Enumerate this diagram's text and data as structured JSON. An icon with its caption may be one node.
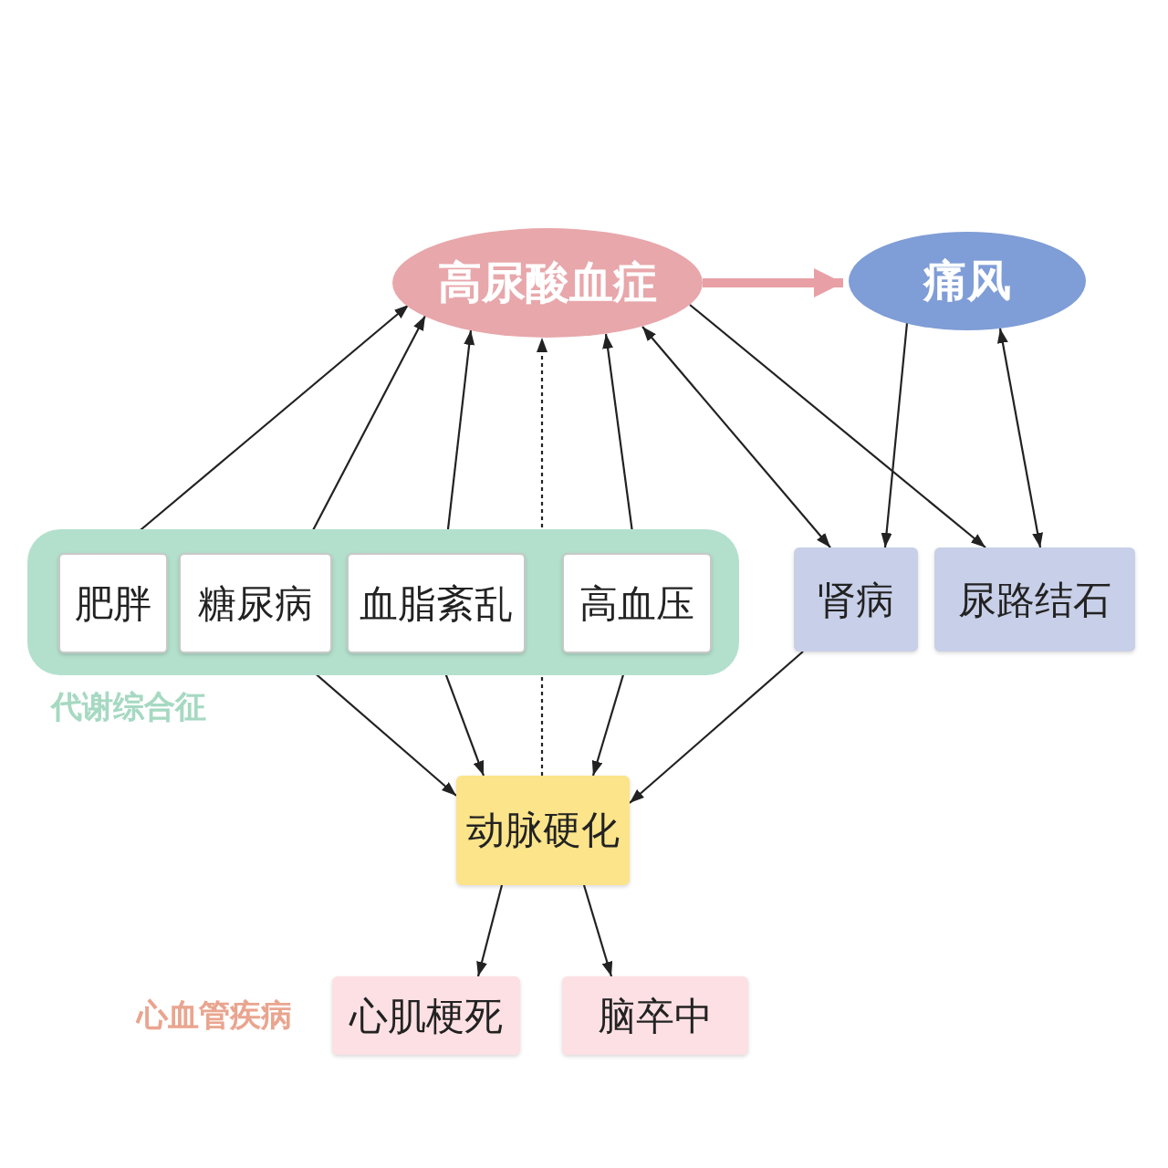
{
  "diagram": {
    "nodes": [
      {
        "text": [
          "高尿酸血症"
        ]
      },
      {
        "text": [
          "痛风"
        ]
      },
      {
        "text": [
          "代谢综合征"
        ]
      },
      {
        "text": [
          "肥胖"
        ],
        "in": 2
      },
      {
        "text": [
          "糖尿病"
        ],
        "in": 2
      },
      {
        "text": [
          "血脂紊乱"
        ],
        "in": 2
      },
      {
        "text": [
          "高血压"
        ],
        "in": 2
      },
      {
        "text": [
          "肾病"
        ]
      },
      {
        "text": [
          "尿路结石"
        ]
      },
      {
        "text": [
          "动脉硬化"
        ]
      },
      {
        "text": [
          "心肌梗死"
        ]
      },
      {
        "text": [
          "脑卒中"
        ]
      }
    ],
    "edges": [
      {
        "from": 0,
        "to": 1,
        "arrow": "to",
        "style": "thick",
        "color": "#e8a0a6"
      },
      {
        "from": 0,
        "to": 3,
        "arrow": "both"
      },
      {
        "from": 0,
        "to": 4,
        "arrow": "both"
      },
      {
        "from": 0,
        "to": 5,
        "arrow": "both"
      },
      {
        "from": 9,
        "to": 0,
        "arrow": "to",
        "style": "dashed"
      },
      {
        "from": 0,
        "to": 6,
        "arrow": "both"
      },
      {
        "from": 0,
        "to": 7,
        "arrow": "both"
      },
      {
        "from": 0,
        "to": 8,
        "arrow": "to"
      },
      {
        "from": 1,
        "to": 7,
        "arrow": "to"
      },
      {
        "from": 1,
        "to": 8,
        "arrow": "both"
      },
      {
        "from": 4,
        "to": 9,
        "arrow": "to"
      },
      {
        "from": 5,
        "to": 9,
        "arrow": "to"
      },
      {
        "from": 6,
        "to": 9,
        "arrow": "both"
      },
      {
        "from": 7,
        "to": 9,
        "arrow": "to"
      },
      {
        "from": 9,
        "to": 10,
        "arrow": "to"
      },
      {
        "from": 9,
        "to": 11,
        "arrow": "to"
      }
    ],
    "labels": [
      "心血管疾病"
    ]
  }
}
